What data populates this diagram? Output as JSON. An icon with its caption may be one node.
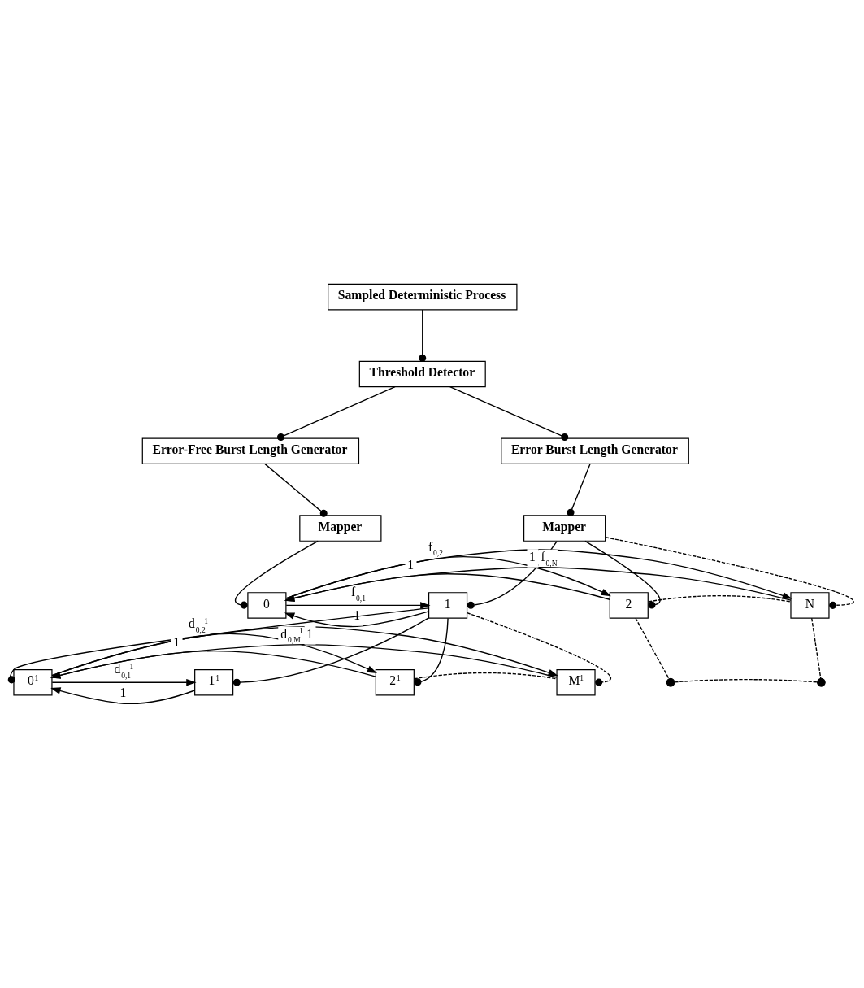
{
  "diagram": {
    "nodes": [
      {
        "text": [
          "Sampled Deterministic Process"
        ]
      },
      {
        "text": [
          "Threshold Detector"
        ]
      },
      {
        "text": [
          "Error-Free Burst Length Generator"
        ]
      },
      {
        "text": [
          "Error Burst Length Generator"
        ]
      },
      {
        "text": [
          "Mapper"
        ]
      },
      {
        "text": [
          "Mapper"
        ]
      },
      {
        "text": [
          "0"
        ]
      },
      {
        "text": [
          "1"
        ]
      },
      {
        "text": [
          "2"
        ]
      },
      {
        "text": [
          "N"
        ]
      },
      {
        "text": [
          "0$^{1}$"
        ]
      },
      {
        "text": [
          "1$^{1}$"
        ]
      },
      {
        "text": [
          "2$^{1}$"
        ]
      },
      {
        "text": [
          "M$^{1}$"
        ]
      },
      {
        "text": [],
        "shape": "circle"
      },
      {
        "text": [],
        "shape": "circle"
      }
    ],
    "edges": [
      {
        "from": 0,
        "to": 1,
        "arrow": "other"
      },
      {
        "from": 1,
        "to": 2,
        "arrow": "other"
      },
      {
        "from": 1,
        "to": 3,
        "arrow": "other"
      },
      {
        "from": 2,
        "to": 4,
        "arrow": "other"
      },
      {
        "from": 3,
        "to": 5,
        "arrow": "other"
      },
      {
        "from": 4,
        "to": 6,
        "arrow": "other"
      },
      {
        "from": 5,
        "to": 7,
        "arrow": "other"
      },
      {
        "from": 5,
        "to": 8,
        "arrow": "other"
      },
      {
        "from": 5,
        "to": 9,
        "arrow": "other",
        "style": "dashed"
      },
      {
        "from": 7,
        "to": 6,
        "arrow": "to",
        "label": "1"
      },
      {
        "from": 8,
        "to": 6,
        "arrow": "to",
        "label": "1"
      },
      {
        "from": 9,
        "to": 6,
        "arrow": "to",
        "label": "1"
      },
      {
        "from": 6,
        "to": 7,
        "arrow": "to",
        "label": "f$_{0,1}$"
      },
      {
        "from": 6,
        "to": 8,
        "arrow": "to",
        "label": "f$_{0,2}$"
      },
      {
        "from": 6,
        "to": 9,
        "arrow": "to",
        "label": "f$_{0,N}$"
      },
      {
        "from": 8,
        "to": 9,
        "arrow": "none",
        "style": "dashed"
      },
      {
        "from": 8,
        "to": 14,
        "arrow": "none",
        "style": "dashed"
      },
      {
        "from": 9,
        "to": 15,
        "arrow": "none",
        "style": "dashed"
      },
      {
        "from": 14,
        "to": 15,
        "arrow": "none",
        "style": "dashed"
      },
      {
        "from": 7,
        "to": 10,
        "arrow": "other"
      },
      {
        "from": 7,
        "to": 11,
        "arrow": "other"
      },
      {
        "from": 7,
        "to": 12,
        "arrow": "other"
      },
      {
        "from": 7,
        "to": 13,
        "arrow": "other",
        "style": "dashed"
      },
      {
        "from": 11,
        "to": 10,
        "arrow": "to",
        "label": "1"
      },
      {
        "from": 12,
        "to": 10,
        "arrow": "to",
        "label": "1"
      },
      {
        "from": 13,
        "to": 10,
        "arrow": "to",
        "label": "1"
      },
      {
        "from": 10,
        "to": 11,
        "arrow": "to",
        "label": "d$_{0,1}$$^{1}$"
      },
      {
        "from": 10,
        "to": 12,
        "arrow": "to",
        "label": "d$_{0,2}$$^{1}$"
      },
      {
        "from": 10,
        "to": 13,
        "arrow": "to",
        "label": "d$_{0,M}$$^{1}$"
      },
      {
        "from": 12,
        "to": 13,
        "arrow": "none",
        "style": "dashed"
      }
    ]
  }
}
